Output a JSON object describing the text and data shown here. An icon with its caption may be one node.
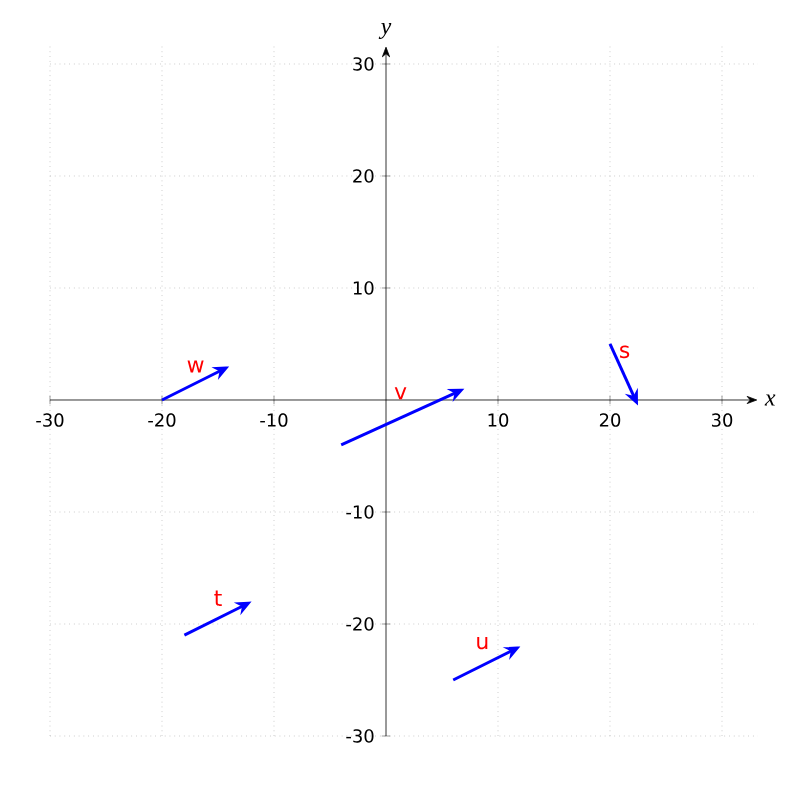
{
  "diagram": {
    "chart_data": {
      "type": "scatter",
      "xlabel": "x",
      "ylabel": "y",
      "xlim": [
        -30,
        30
      ],
      "ylim": [
        -30,
        30
      ],
      "grid": true,
      "xticks": [
        {
          "value": -30,
          "label": "-30"
        },
        {
          "value": -20,
          "label": "-20"
        },
        {
          "value": -10,
          "label": "-10"
        },
        {
          "value": 10,
          "label": "10"
        },
        {
          "value": 20,
          "label": "20"
        },
        {
          "value": 30,
          "label": "30"
        }
      ],
      "yticks": [
        {
          "value": -30,
          "label": "-30"
        },
        {
          "value": -20,
          "label": "-20"
        },
        {
          "value": -10,
          "label": "-10"
        },
        {
          "value": 10,
          "label": "10"
        },
        {
          "value": 20,
          "label": "20"
        },
        {
          "value": 30,
          "label": "30"
        }
      ],
      "annotations": [
        "w",
        "v",
        "s",
        "t",
        "u"
      ]
    }
  }
}
